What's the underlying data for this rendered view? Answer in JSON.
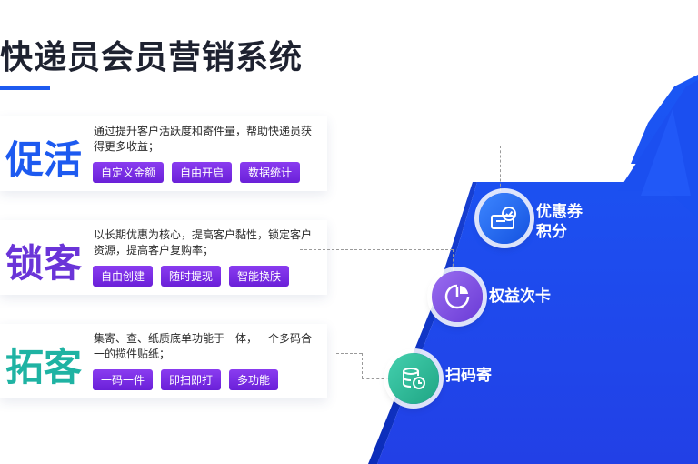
{
  "page": {
    "title": "快递员会员营销系统"
  },
  "cards": [
    {
      "title": "促活",
      "color": "#1d5af0",
      "desc": "通过提升客户活跃度和寄件量，帮助快递员获得更多收益；",
      "tags": [
        "自定义金额",
        "自由开启",
        "数据统计"
      ]
    },
    {
      "title": "锁客",
      "color": "#6a34d8",
      "desc": "以长期优惠为核心，提高客户黏性，锁定客户资源，提高客户复购率；",
      "tags": [
        "自由创建",
        "随时提现",
        "智能换肤"
      ]
    },
    {
      "title": "拓客",
      "color": "#1fb3a3",
      "desc": "集寄、查、纸质底单功能于一体，一个多码合一的揽件贴纸；",
      "tags": [
        "一码一件",
        "即扫即打",
        "多功能"
      ]
    }
  ],
  "arrow_features": [
    {
      "label_line1": "优惠券",
      "label_line2": "积分",
      "icon": "coupon-icon",
      "color": "#1d6bf2"
    },
    {
      "label_line1": "权益次卡",
      "label_line2": "",
      "icon": "card-pie-icon",
      "color": "#7b4ce0"
    },
    {
      "label_line1": "扫码寄",
      "label_line2": "",
      "icon": "database-icon",
      "color": "#29b79c"
    }
  ]
}
